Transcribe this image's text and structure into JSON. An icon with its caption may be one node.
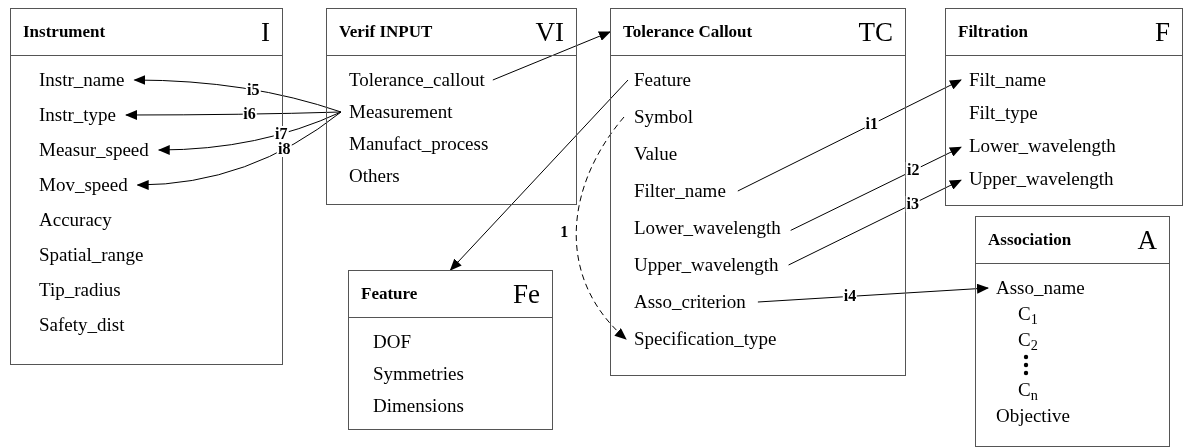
{
  "diagram": {
    "nodes": [
      {
        "text": [
          "Instrument",
          "I"
        ]
      },
      {
        "text": [
          "Instr_name"
        ],
        "in": 0
      },
      {
        "text": [
          "Instr_type"
        ],
        "in": 0
      },
      {
        "text": [
          "Measur_speed"
        ],
        "in": 0
      },
      {
        "text": [
          "Mov_speed"
        ],
        "in": 0
      },
      {
        "text": [
          "Accuracy"
        ],
        "in": 0
      },
      {
        "text": [
          "Spatial_range"
        ],
        "in": 0
      },
      {
        "text": [
          "Tip_radius"
        ],
        "in": 0
      },
      {
        "text": [
          "Safety_dist"
        ],
        "in": 0
      },
      {
        "text": [
          "Verif INPUT",
          "VI"
        ]
      },
      {
        "text": [
          "Tolerance_callout"
        ],
        "in": 9
      },
      {
        "text": [
          "Measurement"
        ],
        "in": 9
      },
      {
        "text": [
          "Manufact_process"
        ],
        "in": 9
      },
      {
        "text": [
          "Others"
        ],
        "in": 9
      },
      {
        "text": [
          "Tolerance Callout",
          "TC"
        ]
      },
      {
        "text": [
          "Feature"
        ],
        "in": 14
      },
      {
        "text": [
          "Symbol"
        ],
        "in": 14
      },
      {
        "text": [
          "Value"
        ],
        "in": 14
      },
      {
        "text": [
          "Filter_name"
        ],
        "in": 14
      },
      {
        "text": [
          "Lower_wavelength"
        ],
        "in": 14
      },
      {
        "text": [
          "Upper_wavelength"
        ],
        "in": 14
      },
      {
        "text": [
          "Asso_criterion"
        ],
        "in": 14
      },
      {
        "text": [
          "Specification_type"
        ],
        "in": 14
      },
      {
        "text": [
          "Filtration",
          "F"
        ]
      },
      {
        "text": [
          "Filt_name"
        ],
        "in": 23
      },
      {
        "text": [
          "Filt_type"
        ],
        "in": 23
      },
      {
        "text": [
          "Lower_wavelength"
        ],
        "in": 23
      },
      {
        "text": [
          "Upper_wavelength"
        ],
        "in": 23
      },
      {
        "text": [
          "Feature",
          "Fe"
        ]
      },
      {
        "text": [
          "DOF"
        ],
        "in": 28
      },
      {
        "text": [
          "Symmetries"
        ],
        "in": 28
      },
      {
        "text": [
          "Dimensions"
        ],
        "in": 28
      },
      {
        "text": [
          "Association",
          "A"
        ]
      },
      {
        "text": [
          "Asso_name"
        ],
        "in": 32
      },
      {
        "text": [
          "C$_{1}$"
        ],
        "in": 32
      },
      {
        "text": [
          "C$_{2}$"
        ],
        "in": 32
      },
      {
        "text": [
          "C$_{n}$"
        ],
        "in": 32
      },
      {
        "text": [
          "Objective"
        ],
        "in": 32
      }
    ],
    "edges": [
      {
        "from": 10,
        "to": 14,
        "arrow": "to"
      },
      {
        "from": 15,
        "to": 28,
        "arrow": "to"
      },
      {
        "from": 11,
        "to": 1,
        "arrow": "to",
        "label": "i5"
      },
      {
        "from": 11,
        "to": 2,
        "arrow": "to",
        "label": "i6"
      },
      {
        "from": 11,
        "to": 3,
        "arrow": "to",
        "label": "i7"
      },
      {
        "from": 11,
        "to": 4,
        "arrow": "to",
        "label": "i8"
      },
      {
        "from": 18,
        "to": 24,
        "arrow": "to",
        "label": "i1"
      },
      {
        "from": 19,
        "to": 26,
        "arrow": "to",
        "label": "i2"
      },
      {
        "from": 20,
        "to": 27,
        "arrow": "to",
        "label": "i3"
      },
      {
        "from": 21,
        "to": 33,
        "arrow": "to",
        "label": "i4"
      },
      {
        "from": 16,
        "to": 22,
        "arrow": "to",
        "style": "dashed",
        "label": "1"
      }
    ]
  }
}
